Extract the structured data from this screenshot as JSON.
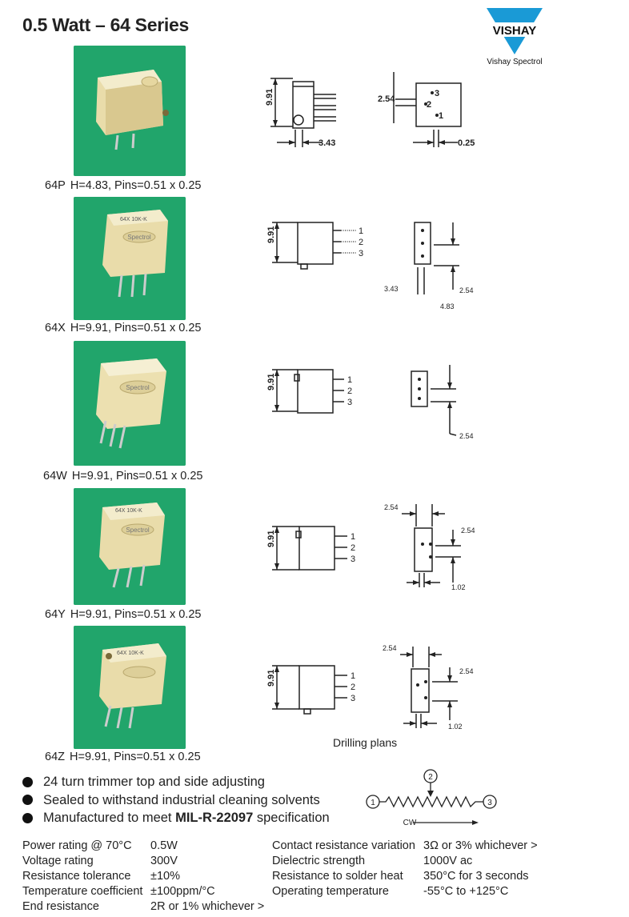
{
  "header": {
    "title": "0.5 Watt – 64 Series",
    "brand": "VISHAY",
    "brand_sub": "Vishay Spectrol",
    "brand_color": "#1a9ad6"
  },
  "models": [
    {
      "model": "64P",
      "spec": "H=4.83, Pins=0.51 x 0.25"
    },
    {
      "model": "64X",
      "spec": "H=9.91, Pins=0.51 x 0.25"
    },
    {
      "model": "64W",
      "spec": "H=9.91, Pins=0.51 x 0.25"
    },
    {
      "model": "64Y",
      "spec": "H=9.91, Pins=0.51 x 0.25"
    },
    {
      "model": "64Z",
      "spec": "H=9.91, Pins=0.51 x 0.25"
    }
  ],
  "photo_marks": {
    "label": "64X 10K-K",
    "brand": "Spectrol"
  },
  "dims": {
    "height": "9.91",
    "d343": "3.43",
    "d254": "2.54",
    "d025": "0.25",
    "d483": "4.83",
    "d102": "1.02",
    "pin1": "1",
    "pin2": "2",
    "pin3": "3"
  },
  "drilling_label": "Drilling plans",
  "features": [
    {
      "text": "24 turn trimmer top and side adjusting",
      "bold": ""
    },
    {
      "text": "Sealed to withstand industrial cleaning solvents",
      "bold": ""
    },
    {
      "text": "Manufactured to meet ",
      "bold": "MIL-R-22097",
      "after": " specification"
    }
  ],
  "schematic": {
    "cw": "CW",
    "n1": "1",
    "n2": "2",
    "n3": "3"
  },
  "specs_left": [
    {
      "label": "Power rating @ 70°C",
      "value": "0.5W"
    },
    {
      "label": "Voltage rating",
      "value": "300V"
    },
    {
      "label": "Resistance tolerance",
      "value": "±10%"
    },
    {
      "label": "Temperature coefficient",
      "value": "±100ppm/°C"
    },
    {
      "label": "End resistance",
      "value": "2R or 1% whichever >"
    }
  ],
  "specs_right": [
    {
      "label": "Contact resistance variation",
      "value": "3Ω or 3% whichever >"
    },
    {
      "label": "Dielectric strength",
      "value": "1000V ac"
    },
    {
      "label": "Resistance to solder heat",
      "value": "350°C for 3 seconds"
    },
    {
      "label": "Operating temperature",
      "value": "-55°C to +125°C"
    }
  ]
}
